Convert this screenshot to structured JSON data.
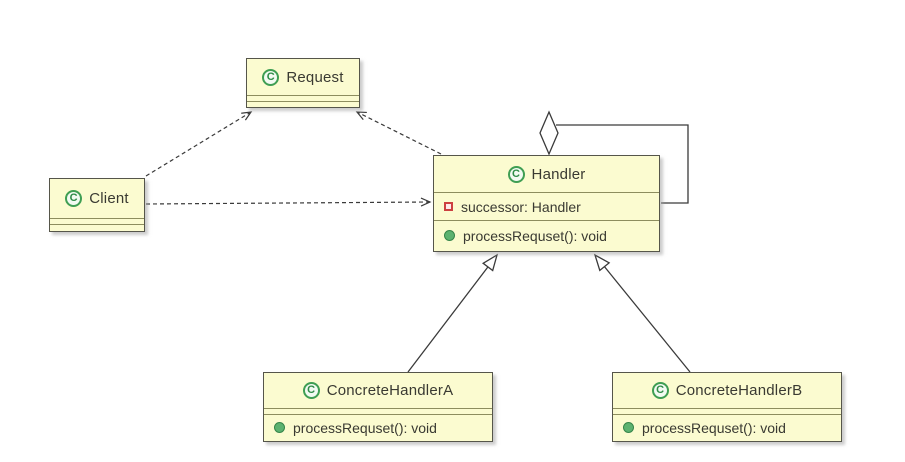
{
  "icons": {
    "class_letter": "C"
  },
  "colors": {
    "box_fill": "#fbfbd0",
    "box_border": "#55554a",
    "separator": "#8d8d5e",
    "line": "#3a3a3a",
    "class_icon_green": "#3f9e53",
    "private_field_red": "#cc4040",
    "public_method_green": "#5cb270"
  },
  "classes": {
    "request": {
      "name": "Request"
    },
    "client": {
      "name": "Client"
    },
    "handler": {
      "name": "Handler",
      "attributes": [
        {
          "visibility": "private",
          "text": "successor: Handler"
        }
      ],
      "methods": [
        {
          "visibility": "public",
          "text": "processRequset(): void"
        }
      ]
    },
    "concrete_a": {
      "name": "ConcreteHandlerA",
      "methods": [
        {
          "visibility": "public",
          "text": "processRequset(): void"
        }
      ]
    },
    "concrete_b": {
      "name": "ConcreteHandlerB",
      "methods": [
        {
          "visibility": "public",
          "text": "processRequset(): void"
        }
      ]
    }
  },
  "relationships": [
    {
      "from": "Client",
      "to": "Request",
      "type": "dependency",
      "style": "dashed-open-arrow"
    },
    {
      "from": "Client",
      "to": "Handler",
      "type": "dependency",
      "style": "dashed-open-arrow"
    },
    {
      "from": "Handler",
      "to": "Request",
      "type": "dependency",
      "style": "dashed-open-arrow"
    },
    {
      "from": "ConcreteHandlerA",
      "to": "Handler",
      "type": "generalization",
      "style": "solid-hollow-triangle"
    },
    {
      "from": "ConcreteHandlerB",
      "to": "Handler",
      "type": "generalization",
      "style": "solid-hollow-triangle"
    },
    {
      "from": "Handler",
      "to": "Handler",
      "type": "aggregation",
      "style": "self-loop-hollow-diamond"
    }
  ]
}
